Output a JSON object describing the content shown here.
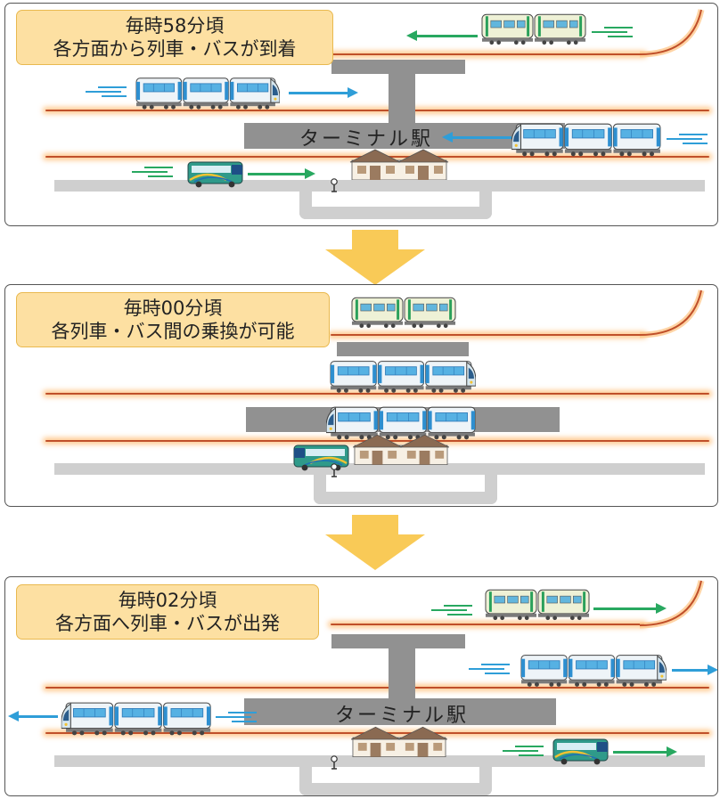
{
  "colors": {
    "track": "#c0502a",
    "track_glow": "#ffb96e",
    "platform": "#919191",
    "road": "#cfcfcf",
    "caption_fill": "#fde0a2",
    "arrow_blue": "#2f9ed8",
    "arrow_green": "#28a860",
    "down_arrow": "#f8c445"
  },
  "panels": [
    {
      "caption": {
        "line1": "毎時58分頃",
        "line2": "各方面から列車・バスが到着"
      },
      "station_label": "ターミナル駅"
    },
    {
      "caption": {
        "line1": "毎時00分頃",
        "line2": "各列車・バス間の乗換が可能"
      },
      "station_label": ""
    },
    {
      "caption": {
        "line1": "毎時02分頃",
        "line2": "各方面へ列車・バスが出発"
      },
      "station_label": "ターミナル駅"
    }
  ],
  "icons": {
    "green_train": "green-train-icon",
    "blue_train": "blue-train-icon",
    "bus": "bus-icon",
    "station_building": "station-building-icon",
    "bus_stop": "bus-stop-icon",
    "down_arrow": "down-arrow-icon"
  }
}
